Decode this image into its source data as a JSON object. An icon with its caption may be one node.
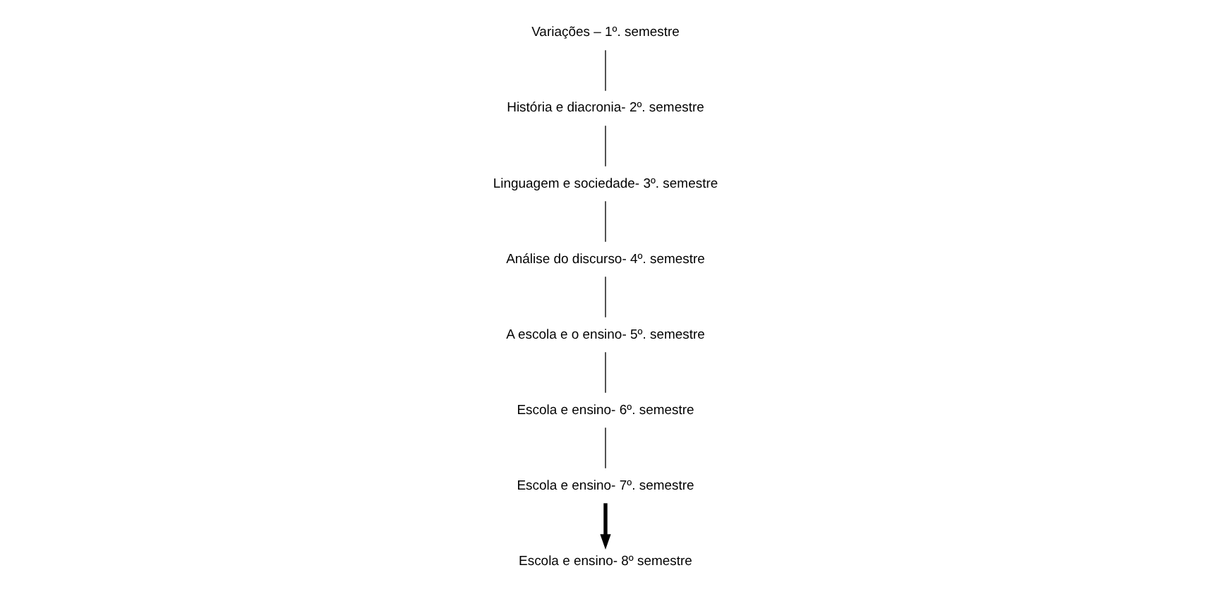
{
  "diagram": {
    "nodes": [
      {
        "text": [
          "Variações – 1º. semestre"
        ]
      },
      {
        "text": [
          "História e diacronia- 2º. semestre"
        ]
      },
      {
        "text": [
          "Linguagem e sociedade- 3º. semestre"
        ]
      },
      {
        "text": [
          "Análise do discurso- 4º. semestre"
        ]
      },
      {
        "text": [
          "A escola e o ensino- 5º. semestre"
        ]
      },
      {
        "text": [
          "Escola e ensino- 6º. semestre"
        ]
      },
      {
        "text": [
          "Escola e ensino- 7º. semestre"
        ]
      },
      {
        "text": [
          "Escola e ensino- 8º semestre"
        ]
      }
    ],
    "edges": [
      {
        "from": 0,
        "to": 1,
        "arrow": "none"
      },
      {
        "from": 1,
        "to": 2,
        "arrow": "none"
      },
      {
        "from": 2,
        "to": 3,
        "arrow": "none"
      },
      {
        "from": 3,
        "to": 4,
        "arrow": "none"
      },
      {
        "from": 4,
        "to": 5,
        "arrow": "none"
      },
      {
        "from": 5,
        "to": 6,
        "arrow": "none"
      },
      {
        "from": 6,
        "to": 7,
        "arrow": "to",
        "style": "thick"
      }
    ]
  }
}
